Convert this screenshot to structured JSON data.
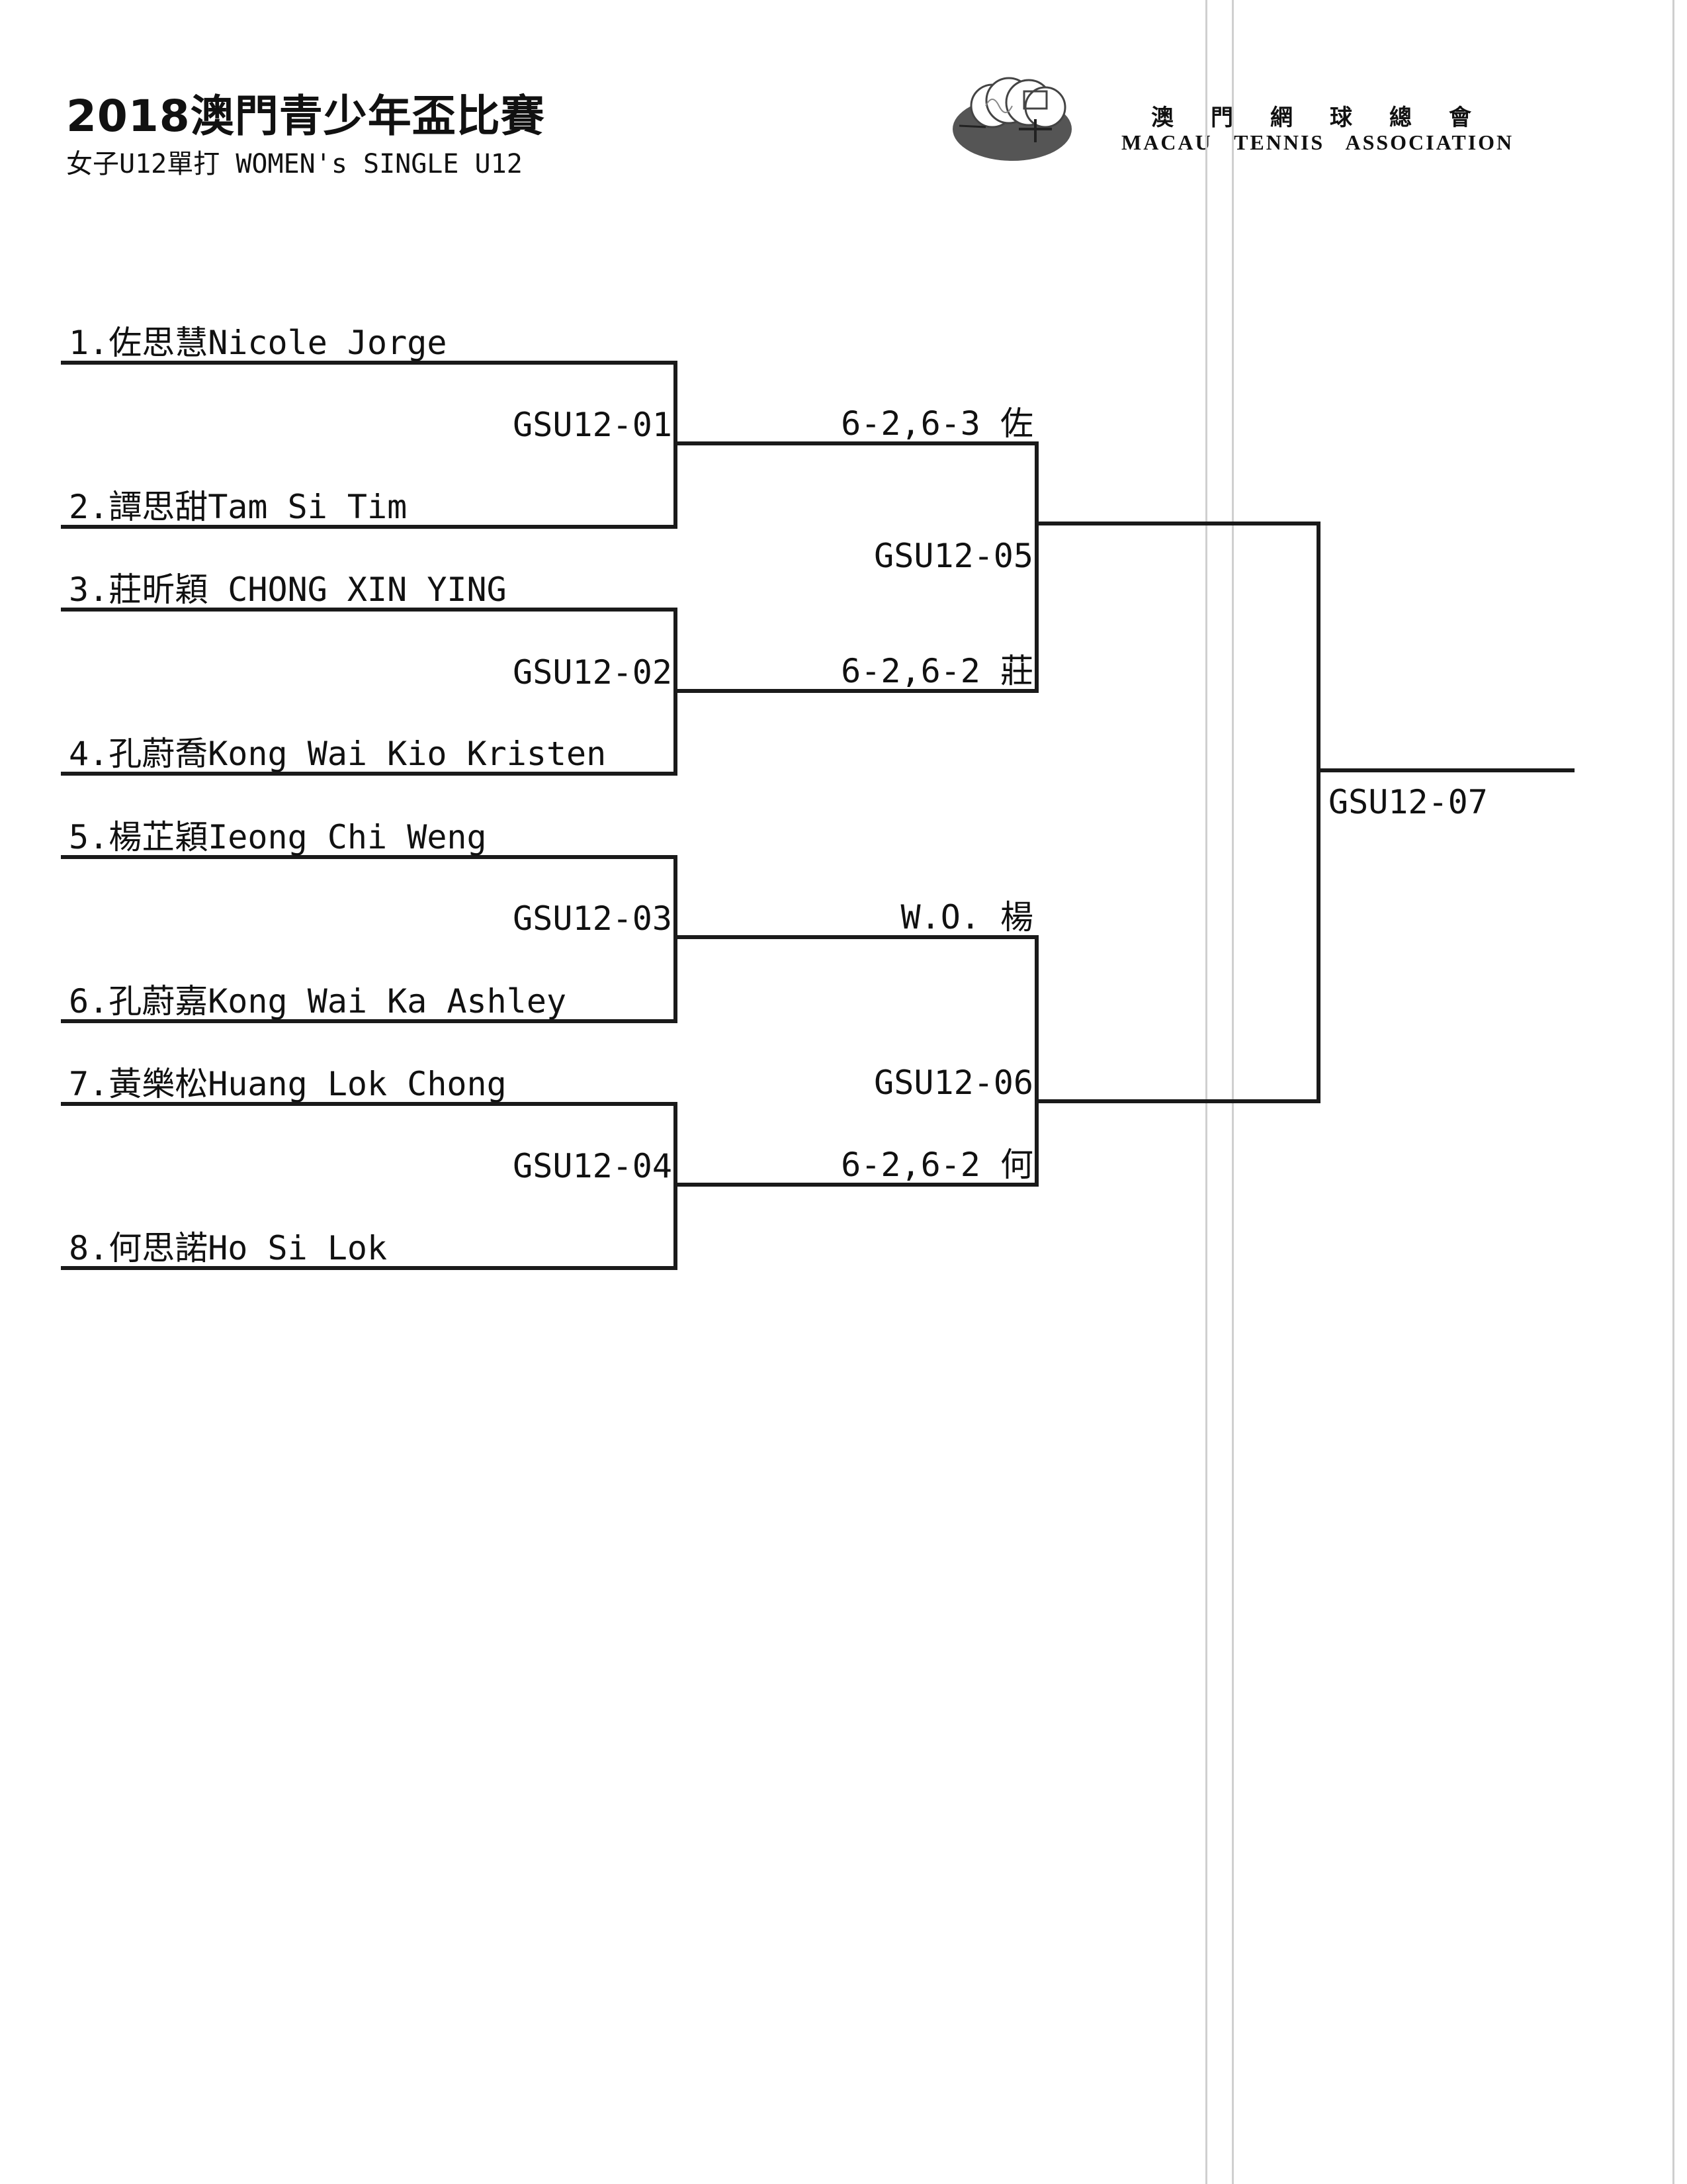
{
  "header": {
    "title": "2018澳門青少年盃比賽",
    "subtitle": "女子U12單打 WOMEN's SINGLE U12",
    "association_cn": "澳門網球總會",
    "association_en": "MACAU TENNIS ASSOCIATION"
  },
  "players": [
    "1.佐思慧Nicole Jorge",
    "2.譚思甜Tam Si Tim",
    "3.莊昕穎 CHONG XIN YING",
    "4.孔蔚喬Kong Wai Kio Kristen",
    "5.楊芷穎Ieong Chi Weng",
    "6.孔蔚嘉Kong Wai Ka Ashley",
    "7.黃樂松Huang Lok Chong",
    "8.何思諾Ho Si Lok"
  ],
  "round1": [
    {
      "match": "GSU12-01",
      "result": "6-2,6-3 佐"
    },
    {
      "match": "GSU12-02",
      "result": "6-2,6-2 莊"
    },
    {
      "match": "GSU12-03",
      "result": "W.O. 楊"
    },
    {
      "match": "GSU12-04",
      "result": "6-2,6-2 何"
    }
  ],
  "round2": [
    {
      "match": "GSU12-05"
    },
    {
      "match": "GSU12-06"
    }
  ],
  "final": {
    "match": "GSU12-07"
  }
}
